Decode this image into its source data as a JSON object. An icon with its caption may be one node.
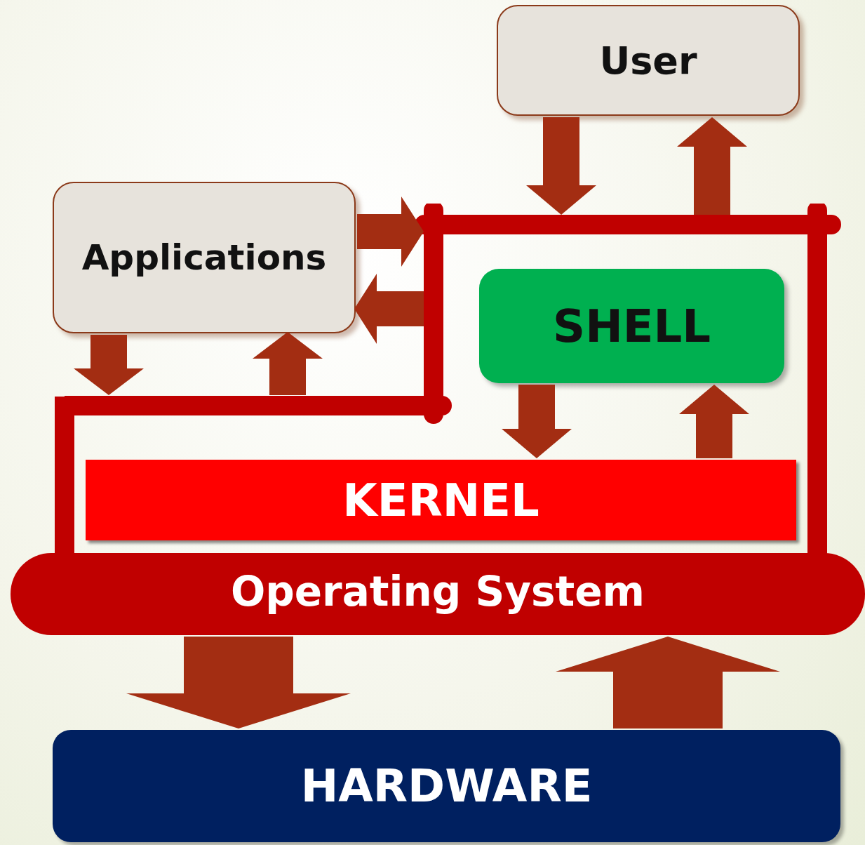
{
  "diagram": {
    "nodes": [
      {
        "text": [
          "User"
        ]
      },
      {
        "text": [
          "Applications"
        ]
      },
      {
        "text": [
          "Operating System"
        ]
      },
      {
        "text": [
          "SHELL"
        ],
        "in": 2
      },
      {
        "text": [
          "KERNEL"
        ],
        "in": 2
      },
      {
        "text": [
          "HARDWARE"
        ]
      }
    ],
    "edges": [
      {
        "from": 0,
        "to": 2,
        "arrow": "to"
      },
      {
        "from": 2,
        "to": 0,
        "arrow": "to"
      },
      {
        "from": 1,
        "to": 2,
        "arrow": "to"
      },
      {
        "from": 2,
        "to": 1,
        "arrow": "to"
      },
      {
        "from": 1,
        "to": 2,
        "arrow": "to"
      },
      {
        "from": 2,
        "to": 1,
        "arrow": "to"
      },
      {
        "from": 3,
        "to": 4,
        "arrow": "to"
      },
      {
        "from": 4,
        "to": 3,
        "arrow": "to"
      },
      {
        "from": 2,
        "to": 5,
        "arrow": "to",
        "style": "thick"
      },
      {
        "from": 5,
        "to": 2,
        "arrow": "to",
        "style": "thick"
      }
    ]
  }
}
